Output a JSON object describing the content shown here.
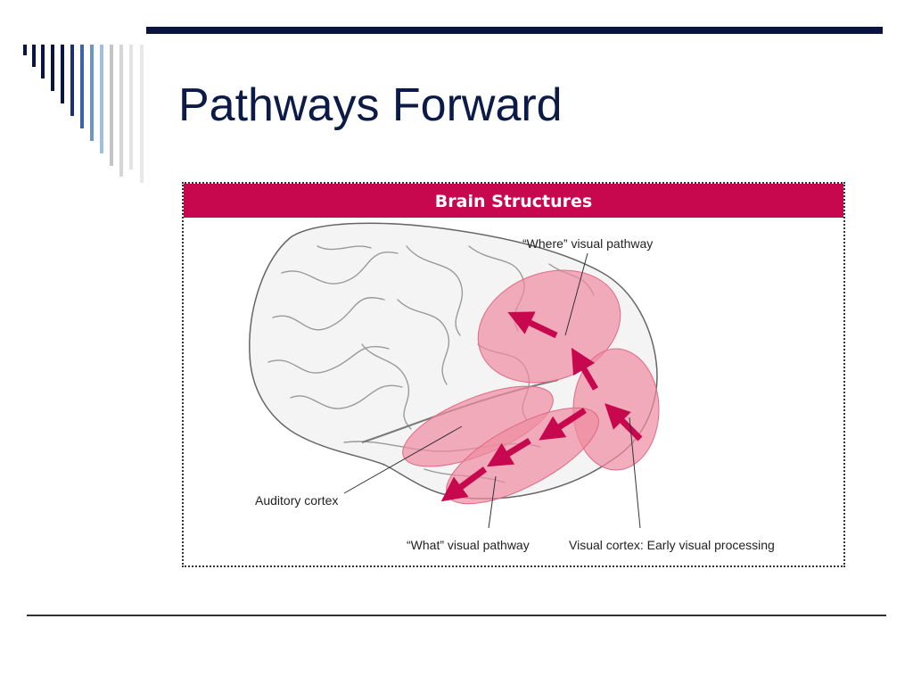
{
  "slide": {
    "title": "Pathways Forward"
  },
  "figure": {
    "header": "Brain Structures",
    "labels": {
      "where": "“Where” visual pathway",
      "auditory": "Auditory cortex",
      "what": "“What” visual pathway",
      "visual": "Visual cortex: Early visual processing"
    }
  },
  "colors": {
    "accent": "#c8084e",
    "title": "#0c1a48",
    "highlight": "#f08aa0"
  }
}
